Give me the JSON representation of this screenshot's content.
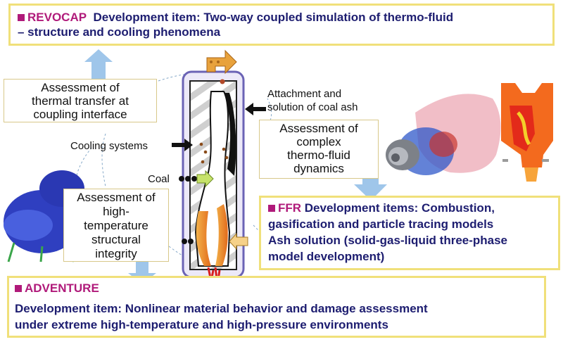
{
  "revocap": {
    "org": "REVOCAP",
    "line1": "Development item: Two-way coupled simulation of thermo-fluid",
    "line2": "– structure and cooling phenomena"
  },
  "ffr": {
    "org": "FFR",
    "line1": "Development items: Combustion,",
    "line2": "gasification and particle tracing models",
    "line3": "Ash solution (solid-gas-liquid three-phase",
    "line4": "model development)"
  },
  "adventure": {
    "org": "ADVENTURE",
    "line1": "Development item: Nonlinear material behavior and damage assessment",
    "line2": "under extreme high-temperature and high-pressure environments"
  },
  "labels": {
    "thermal_transfer": [
      "Assessment of",
      "thermal transfer at",
      "coupling interface"
    ],
    "thermo_fluid": [
      "Assessment of",
      "complex",
      "thermo-fluid",
      "dynamics"
    ],
    "structural": [
      "Assessment of",
      "high-",
      "temperature",
      "structural",
      "integrity"
    ],
    "attachment": [
      "Attachment and",
      "solution of coal ash"
    ],
    "cooling": "Cooling systems",
    "coal": "Coal"
  },
  "colors": {
    "title_text": "#1d1d70",
    "org_accent": "#b01a7a",
    "box_border": "#f0e07a",
    "arrow_blue": "#9fc6ea",
    "reactor_wall": "#6b63b5"
  }
}
